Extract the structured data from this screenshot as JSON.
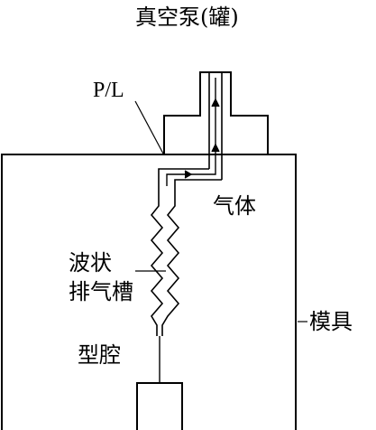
{
  "diagram": {
    "labels": {
      "vacuum_pump": "真空泵(罐)",
      "parting_line": "P/L",
      "gas": "气体",
      "vent_line1": "波状",
      "vent_line2": "排气槽",
      "mold": "模具",
      "cavity": "型腔"
    },
    "colors": {
      "stroke": "#000000",
      "background": "#ffffff"
    }
  }
}
